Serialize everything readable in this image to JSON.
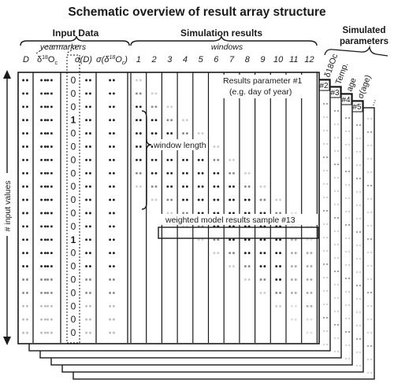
{
  "title": "Schematic overview of result array structure",
  "headers": {
    "input_data": "Input Data",
    "simulation_results": "Simulation results",
    "simulated_parameters": "Simulated parameters",
    "yearmarkers": "yearmarkers",
    "windows": "windows"
  },
  "input_columns": [
    "D",
    "δ18Oc",
    "σ(D)",
    "σ(δ18Oc)"
  ],
  "yearmarker_column": [
    "0",
    "0",
    "0",
    "1",
    "0",
    "0",
    "0",
    "0",
    "0",
    "0",
    "0",
    "0",
    "1",
    "0",
    "0",
    "0",
    "0",
    "0",
    "0",
    "0"
  ],
  "window_numbers": [
    "1",
    "2",
    "3",
    "4",
    "5",
    "6",
    "7",
    "8",
    "9",
    "10",
    "11",
    "12"
  ],
  "back_layers": [
    {
      "tab": "#2",
      "param": "δ18Oc"
    },
    {
      "tab": "#3",
      "param": "Temp."
    },
    {
      "tab": "#4",
      "param": "age"
    },
    {
      "tab": "#5",
      "param": "σ(age)"
    },
    {
      "tab": "",
      "param": "..."
    }
  ],
  "annotations": {
    "results_param_line1": "Results parameter #1",
    "results_param_line2": "(e.g. day of year)",
    "window_length": "window length",
    "weighted_sample": "weighted model results sample #13",
    "input_values": "# input values"
  },
  "colors": {
    "ink": "#1a1a1a",
    "dot_dark": "#222222",
    "dot_light": "#bbbbbb"
  }
}
